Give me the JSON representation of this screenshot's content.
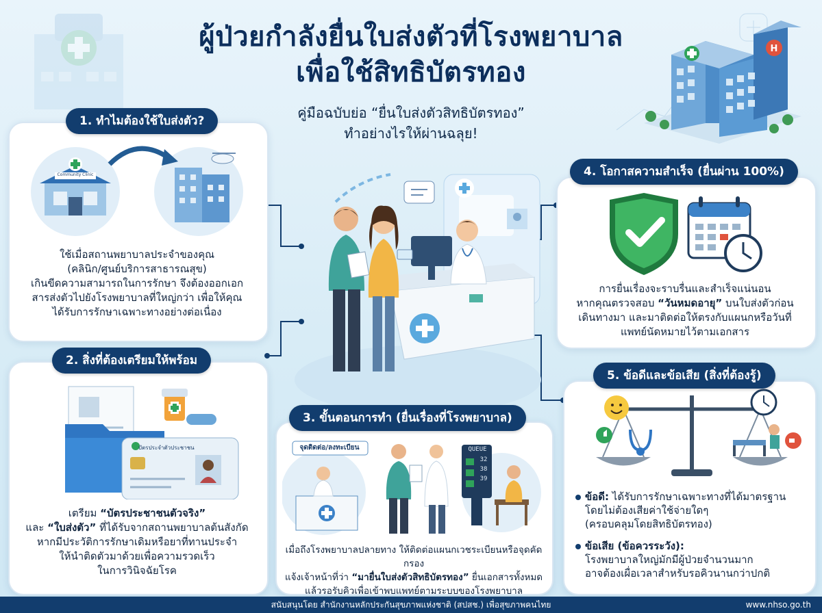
{
  "title": {
    "line1": "ผู้ป่วยกำลังยื่นใบส่งตัวที่โรงพยาบาล",
    "line2": "เพื่อใช้สิทธิบัตรทอง"
  },
  "subtitle": {
    "line1": "คู่มือฉบับย่อ “ยื่นใบส่งตัวสิทธิบัตรทอง”",
    "line2": "ทำอย่างไรให้ผ่านฉลุย!"
  },
  "section1": {
    "heading": "1. ทำไมต้องใช้ใบส่งตัว?",
    "clinic_sign": "Community Clinic",
    "body": [
      "ใช้เมื่อสถานพยาบาลประจำของคุณ",
      "(คลินิก/ศูนย์บริการสาธารณสุข)",
      "เกินขีดความสามารถในการรักษา จึงต้องออกเอก",
      "สารส่งตัวไปยังโรงพยาบาลที่ใหญ่กว่า เพื่อให้คุณ",
      "ได้รับการรักษาเฉพาะทางอย่างต่อเนื่อง"
    ]
  },
  "section2": {
    "heading": "2. สิ่งที่ต้องเตรียมให้พร้อม",
    "card_label": "บัตรประจำตัวประชาชน",
    "body": [
      {
        "pre": "เตรียม ",
        "bold": "“บัตรประชาชนตัวจริง”",
        "post": ""
      },
      {
        "pre": "และ ",
        "bold": "“ใบส่งตัว”",
        "post": " ที่ได้รับจากสถานพยาบาลต้นสังกัด"
      },
      {
        "pre": "หากมีประวัติการรักษาเดิมหรือยาที่ทานประจำ",
        "bold": "",
        "post": ""
      },
      {
        "pre": "ให้นำติดตัวมาด้วยเพื่อความรวดเร็ว",
        "bold": "",
        "post": ""
      },
      {
        "pre": "ในการวินิจฉัยโรค",
        "bold": "",
        "post": ""
      }
    ]
  },
  "section3": {
    "heading": "3. ขั้นตอนการทำ (ยื่นเรื่องที่โรงพยาบาล)",
    "counter_sign": "จุดติดต่อ/ลงทะเบียน",
    "queue_title": "QUEUE",
    "queue_numbers": [
      "32",
      "38",
      "39"
    ],
    "body": [
      {
        "pre": "เมื่อถึงโรงพยาบาลปลายทาง ให้ติดต่อแผนกเวชระเบียนหรือจุดคัดกรอง",
        "bold": "",
        "post": ""
      },
      {
        "pre": "แจ้งเจ้าหน้าที่ว่า ",
        "bold": "“มายื่นใบส่งตัวสิทธิบัตรทอง”",
        "post": " ยื่นเอกสารทั้งหมด"
      },
      {
        "pre": "แล้วรอรับคิวเพื่อเข้าพบแพทย์ตามระบบของโรงพยาบาล",
        "bold": "",
        "post": ""
      }
    ]
  },
  "section4": {
    "heading": "4. โอกาสความสำเร็จ (ยื่นผ่าน 100%)",
    "body": [
      {
        "pre": "การยื่นเรื่องจะราบรื่นและสำเร็จแน่นอน",
        "bold": "",
        "post": ""
      },
      {
        "pre": "หากคุณตรวจสอบ ",
        "bold": "“วันหมดอายุ”",
        "post": " บนใบส่งตัวก่อน"
      },
      {
        "pre": "เดินทางมา และมาติดต่อให้ตรงกับแผนกหรือวันที่",
        "bold": "",
        "post": ""
      },
      {
        "pre": "แพทย์นัดหมายไว้ตามเอกสาร",
        "bold": "",
        "post": ""
      }
    ]
  },
  "section5": {
    "heading": "5. ข้อดีและข้อเสีย (สิ่งที่ต้องรู้)",
    "pro_label": "ข้อดี:",
    "pro_lines": [
      "ได้รับการรักษาเฉพาะทางที่ได้มาตรฐาน",
      "โดยไม่ต้องเสียค่าใช้จ่ายใดๆ",
      "(ครอบคลุมโดยสิทธิบัตรทอง)"
    ],
    "con_label": "ข้อเสีย (ข้อควรระวัง):",
    "con_lines": [
      "โรงพยาบาลใหญ่มักมีผู้ป่วยจำนวนมาก",
      "อาจต้องเผื่อเวลาสำหรับรอคิวนานกว่าปกติ"
    ]
  },
  "footer": {
    "credit": "สนับสนุนโดย สำนักงานหลักประกันสุขภาพแห่งชาติ (สปสช.) เพื่อสุขภาพคนไทย",
    "url": "www.nhso.go.th"
  },
  "colors": {
    "navy": "#123d6e",
    "green": "#2fa35a",
    "sky": "#5aa9de",
    "orange": "#f2a33a"
  }
}
